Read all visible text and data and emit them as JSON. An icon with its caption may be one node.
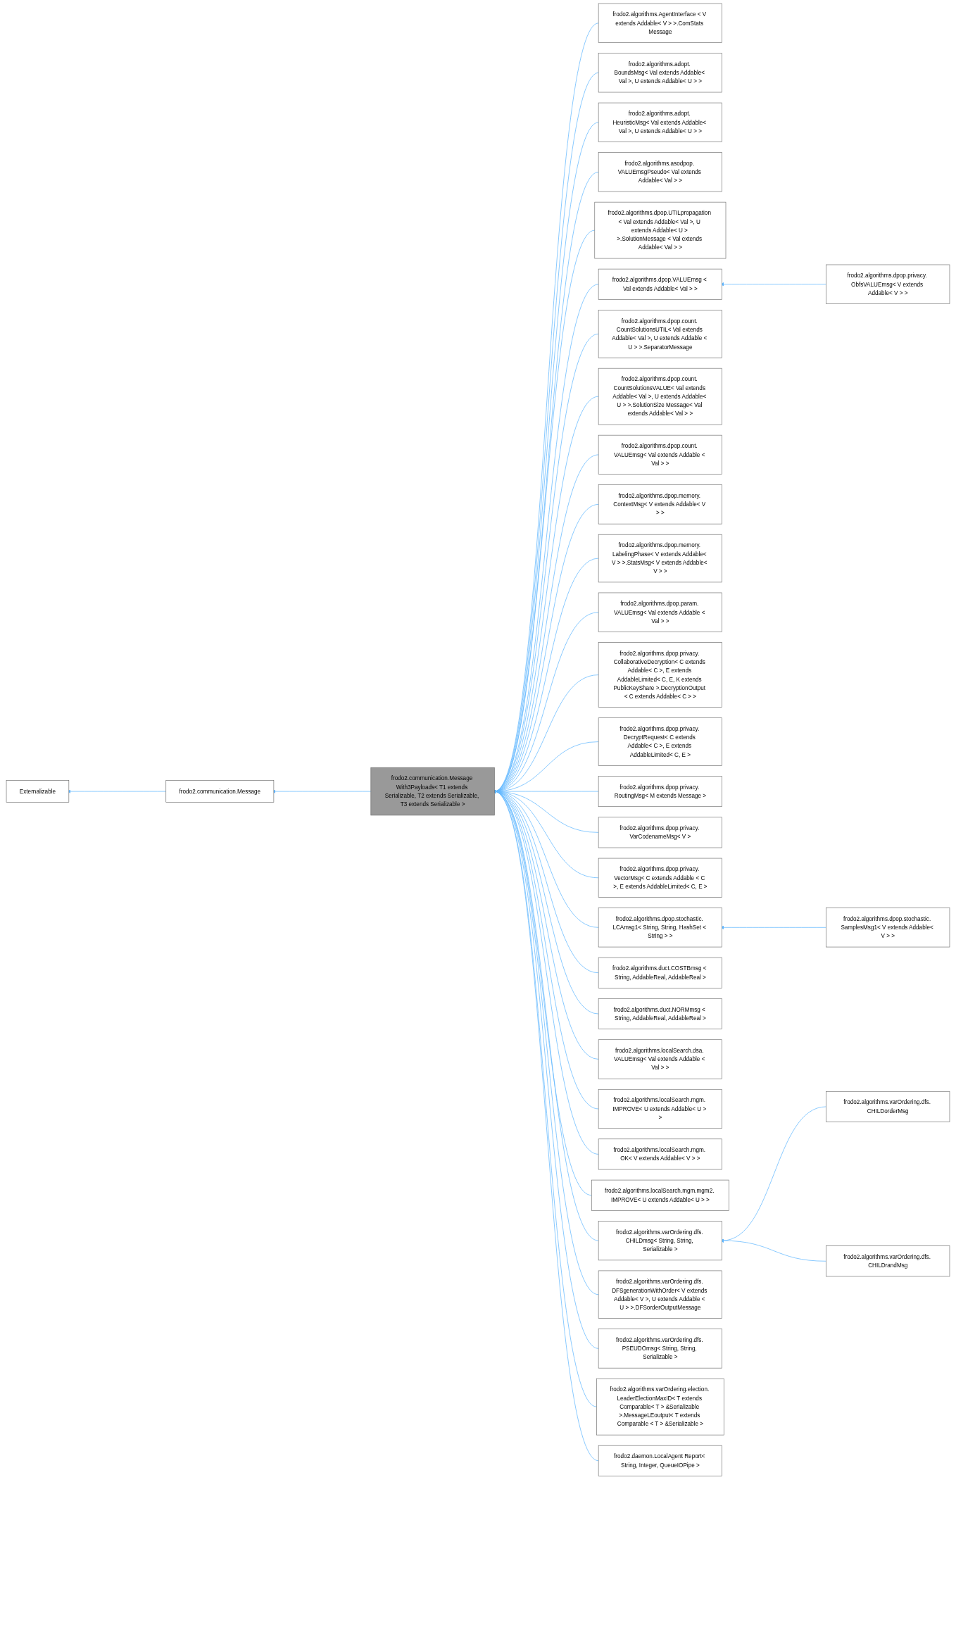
{
  "diagram": {
    "nodes": [
      {
        "text": [
          "Externalizable"
        ]
      },
      {
        "text": [
          "frodo2.communication.Message"
        ]
      },
      {
        "text": [
          "frodo2.communication.Message With3Payloads< T1 extends Serializable, T2 extends Serializable, T3 extends Serializable >"
        ]
      },
      {
        "text": [
          "frodo2.algorithms.AgentInterface < V extends Addable< V > >.ComStats Message"
        ]
      },
      {
        "text": [
          "frodo2.algorithms.adopt. BoundsMsg< Val extends Addable< Val >, U extends Addable< U > >"
        ]
      },
      {
        "text": [
          "frodo2.algorithms.adopt. HeuristicMsg< Val extends Addable< Val >, U extends Addable< U > >"
        ]
      },
      {
        "text": [
          "frodo2.algorithms.asodpop. VALUEmsgPseudo< Val extends Addable< Val > >"
        ]
      },
      {
        "text": [
          "frodo2.algorithms.dpop.UTILpropagation < Val extends Addable< Val >, U extends Addable< U > >.SolutionMessage < Val extends Addable< Val > >"
        ]
      },
      {
        "text": [
          "frodo2.algorithms.dpop.VALUEmsg < Val extends Addable< Val > >"
        ]
      },
      {
        "text": [
          "frodo2.algorithms.dpop.privacy. ObfsVALUEmsg< V extends Addable< V > >"
        ]
      },
      {
        "text": [
          "frodo2.algorithms.dpop.count. CountSolutionsUTIL< Val extends Addable< Val >, U extends Addable < U > >.SeparatorMessage"
        ]
      },
      {
        "text": [
          "frodo2.algorithms.dpop.count. CountSolutionsVALUE< Val extends Addable< Val >, U extends Addable< U > >.SolutionSize Message< Val extends Addable< Val > >"
        ]
      },
      {
        "text": [
          "frodo2.algorithms.dpop.count. VALUEmsg< Val extends Addable < Val > >"
        ]
      },
      {
        "text": [
          "frodo2.algorithms.dpop.memory. ContextMsg< V extends Addable< V > >"
        ]
      },
      {
        "text": [
          "frodo2.algorithms.dpop.memory. LabelingPhase< V extends Addable< V > >.StatsMsg< V extends Addable< V > >"
        ]
      },
      {
        "text": [
          "frodo2.algorithms.dpop.param. VALUEmsg< Val extends Addable < Val > >"
        ]
      },
      {
        "text": [
          "frodo2.algorithms.dpop.privacy. CollaborativeDecryption< C extends Addable< C >, E extends AddableLimited< C, E, K extends PublicKeyShare >.DecryptionOutput < C extends Addable< C > >"
        ]
      },
      {
        "text": [
          "frodo2.algorithms.dpop.privacy. DecryptRequest< C extends Addable< C >, E extends AddableLimited< C, E >"
        ]
      },
      {
        "text": [
          "frodo2.algorithms.dpop.privacy. RoutingMsg< M extends Message >"
        ]
      },
      {
        "text": [
          "frodo2.algorithms.dpop.privacy. VarCodenameMsg< V >"
        ]
      },
      {
        "text": [
          "frodo2.algorithms.dpop.privacy. VectorMsg< C extends Addable < C >, E extends AddableLimited< C, E >"
        ]
      },
      {
        "text": [
          "frodo2.algorithms.dpop.stochastic. LCAmsg1< String, String, HashSet < String > >"
        ]
      },
      {
        "text": [
          "frodo2.algorithms.dpop.stochastic. SamplesMsg1< V extends Addable< V > >"
        ]
      },
      {
        "text": [
          "frodo2.algorithms.duct.COSTBmsg < String, AddableReal, AddableReal >"
        ]
      },
      {
        "text": [
          "frodo2.algorithms.duct.NORMmsg < String, AddableReal, AddableReal >"
        ]
      },
      {
        "text": [
          "frodo2.algorithms.localSearch.dsa. VALUEmsg< Val extends Addable < Val > >"
        ]
      },
      {
        "text": [
          "frodo2.algorithms.localSearch.mgm. IMPROVE< U extends Addable< U > >"
        ]
      },
      {
        "text": [
          "frodo2.algorithms.localSearch.mgm. OK< V extends Addable< V > >"
        ]
      },
      {
        "text": [
          "frodo2.algorithms.localSearch.mgm.mgm2. IMPROVE< U extends Addable< U > >"
        ]
      },
      {
        "text": [
          "frodo2.algorithms.varOrdering.dfs. CHILDmsg< String, String, Serializable >"
        ]
      },
      {
        "text": [
          "frodo2.algorithms.varOrdering.dfs. CHILDorderMsg"
        ]
      },
      {
        "text": [
          "frodo2.algorithms.varOrdering.dfs. CHILDrandMsg"
        ]
      },
      {
        "text": [
          "frodo2.algorithms.varOrdering.dfs. DFSgenerationWithOrder< V extends Addable< V >, U extends Addable < U > >.DFSorderOutputMessage"
        ]
      },
      {
        "text": [
          "frodo2.algorithms.varOrdering.dfs. PSEUDOmsg< String, String, Serializable >"
        ]
      },
      {
        "text": [
          "frodo2.algorithms.varOrdering.election. LeaderElectionMaxID< T extends Comparable< T > &Serializable >.MessageLEoutput< T extends Comparable < T > &Serializable >"
        ]
      },
      {
        "text": [
          "frodo2.daemon.LocalAgent Report< String, Integer, QueueIOPipe >"
        ]
      }
    ],
    "edges": [
      {
        "from": 1,
        "to": 0,
        "arrow": "to"
      },
      {
        "from": 2,
        "to": 1,
        "arrow": "to"
      },
      {
        "from": 3,
        "to": 2,
        "arrow": "to"
      },
      {
        "from": 4,
        "to": 2,
        "arrow": "to"
      },
      {
        "from": 5,
        "to": 2,
        "arrow": "to"
      },
      {
        "from": 6,
        "to": 2,
        "arrow": "to"
      },
      {
        "from": 7,
        "to": 2,
        "arrow": "to"
      },
      {
        "from": 8,
        "to": 2,
        "arrow": "to"
      },
      {
        "from": 9,
        "to": 8,
        "arrow": "to"
      },
      {
        "from": 10,
        "to": 2,
        "arrow": "to"
      },
      {
        "from": 11,
        "to": 2,
        "arrow": "to"
      },
      {
        "from": 12,
        "to": 2,
        "arrow": "to"
      },
      {
        "from": 13,
        "to": 2,
        "arrow": "to"
      },
      {
        "from": 14,
        "to": 2,
        "arrow": "to"
      },
      {
        "from": 15,
        "to": 2,
        "arrow": "to"
      },
      {
        "from": 16,
        "to": 2,
        "arrow": "to"
      },
      {
        "from": 17,
        "to": 2,
        "arrow": "to"
      },
      {
        "from": 18,
        "to": 2,
        "arrow": "to"
      },
      {
        "from": 19,
        "to": 2,
        "arrow": "to"
      },
      {
        "from": 20,
        "to": 2,
        "arrow": "to"
      },
      {
        "from": 21,
        "to": 2,
        "arrow": "to"
      },
      {
        "from": 22,
        "to": 21,
        "arrow": "to"
      },
      {
        "from": 23,
        "to": 2,
        "arrow": "to"
      },
      {
        "from": 24,
        "to": 2,
        "arrow": "to"
      },
      {
        "from": 25,
        "to": 2,
        "arrow": "to"
      },
      {
        "from": 26,
        "to": 2,
        "arrow": "to"
      },
      {
        "from": 27,
        "to": 2,
        "arrow": "to"
      },
      {
        "from": 28,
        "to": 2,
        "arrow": "to"
      },
      {
        "from": 29,
        "to": 2,
        "arrow": "to"
      },
      {
        "from": 30,
        "to": 29,
        "arrow": "to"
      },
      {
        "from": 31,
        "to": 29,
        "arrow": "to"
      },
      {
        "from": 32,
        "to": 2,
        "arrow": "to"
      },
      {
        "from": 33,
        "to": 2,
        "arrow": "to"
      },
      {
        "from": 34,
        "to": 2,
        "arrow": "to"
      },
      {
        "from": 35,
        "to": 2,
        "arrow": "to"
      }
    ]
  }
}
